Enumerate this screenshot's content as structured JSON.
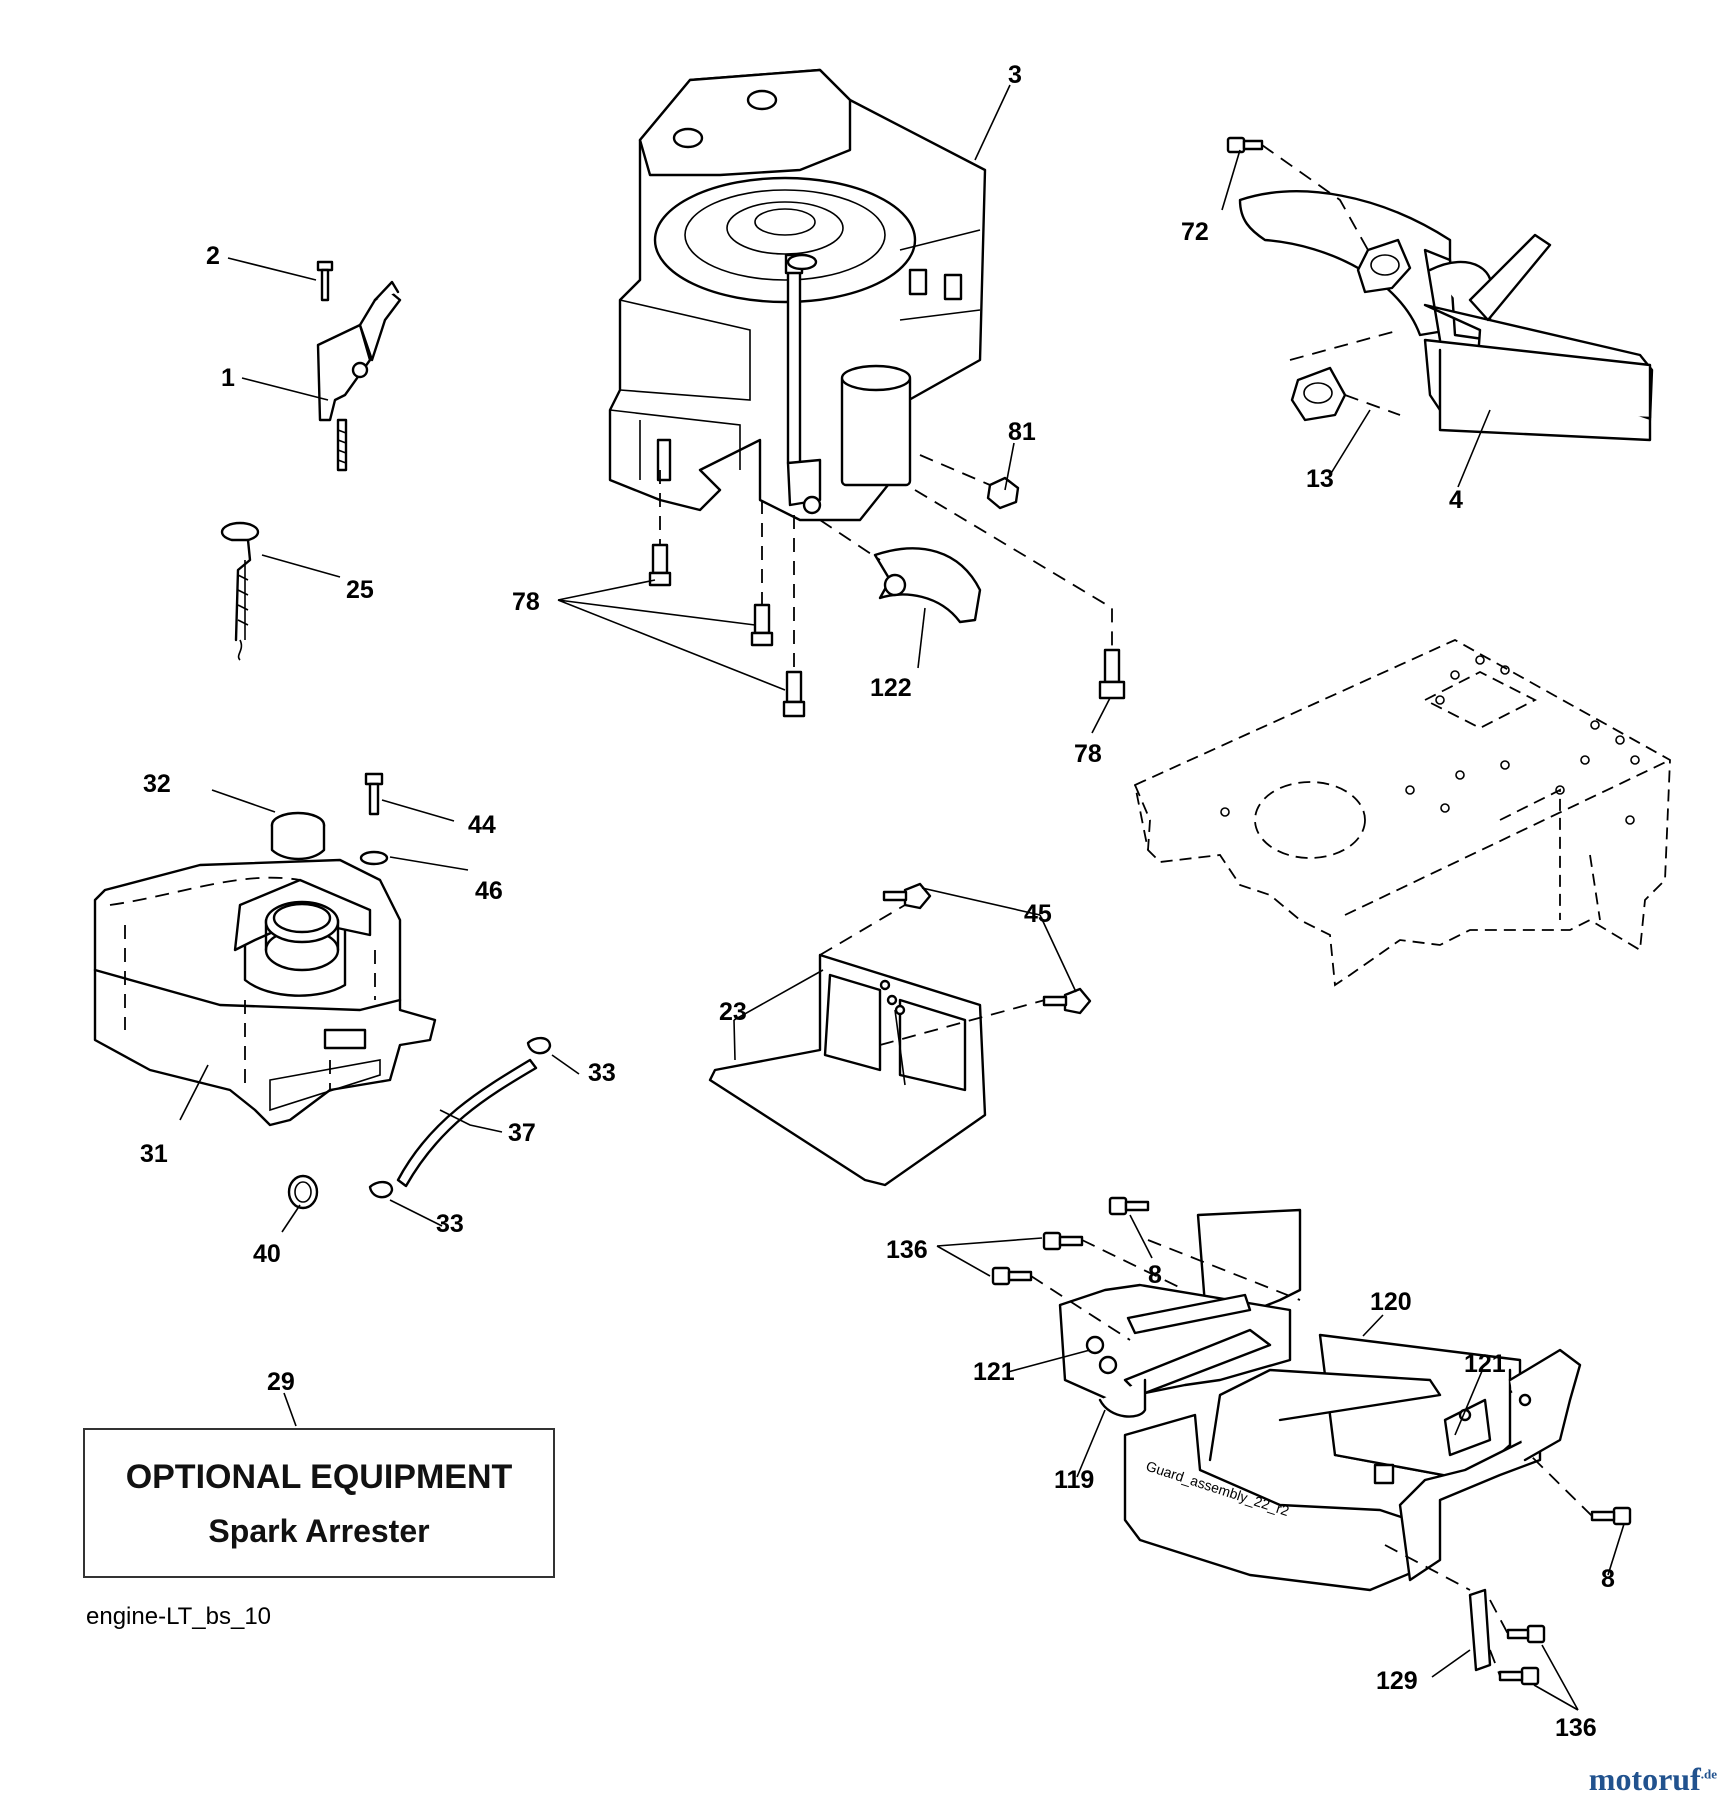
{
  "diagram": {
    "callouts": {
      "c1": "1",
      "c2": "2",
      "c3": "3",
      "c4": "4",
      "c13": "13",
      "c72": "72",
      "c81": "81",
      "c25": "25",
      "c78a": "78",
      "c78b": "78",
      "c122": "122",
      "c32": "32",
      "c44": "44",
      "c46": "46",
      "c31": "31",
      "c33a": "33",
      "c33b": "33",
      "c37": "37",
      "c40": "40",
      "c45": "45",
      "c23": "23",
      "c29": "29",
      "c136a": "136",
      "c136b": "136",
      "c8a": "8",
      "c8b": "8",
      "c120": "120",
      "c121a": "121",
      "c121b": "121",
      "c119": "119",
      "c129": "129"
    },
    "guard_stamp": "Guard_assembly_22_r2"
  },
  "option_box": {
    "title": "OPTIONAL EQUIPMENT",
    "item": "Spark Arrester"
  },
  "drawing_id": "engine-LT_bs_10",
  "watermark": {
    "text": "motoruf",
    "suffix": ".de",
    "color": "#21528e"
  }
}
